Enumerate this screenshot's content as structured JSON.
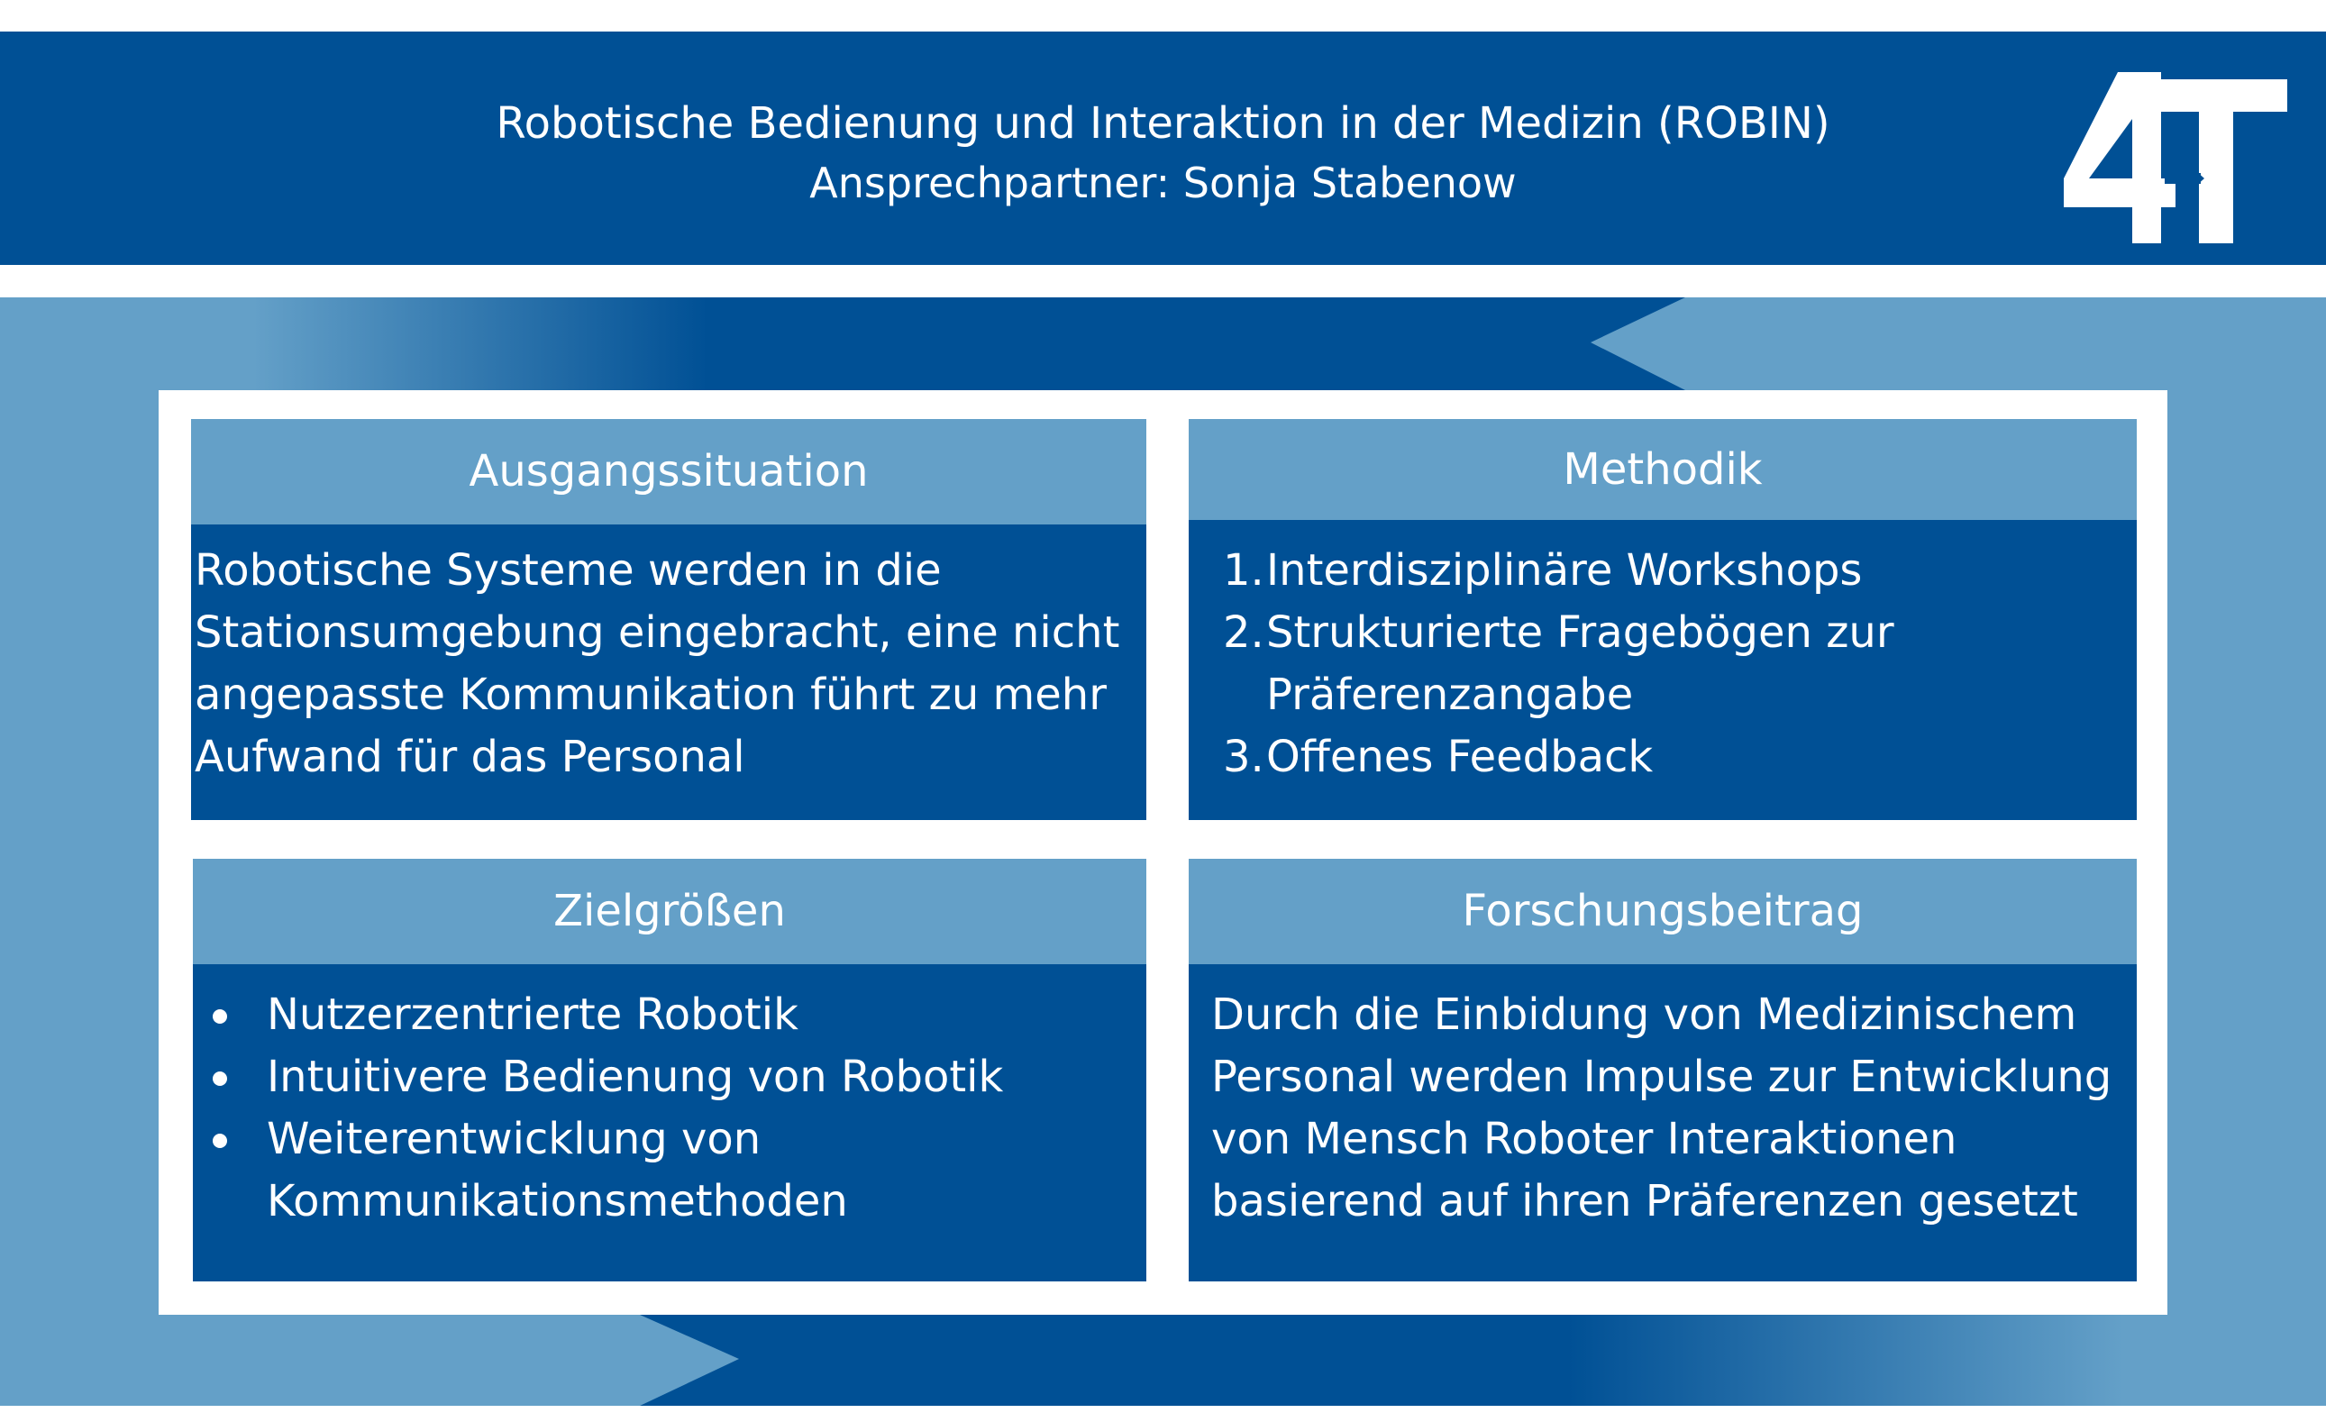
{
  "header": {
    "title": "Robotische Bedienung und Interaktion in der Medizin (ROBIN)",
    "subtitle": "Ansprechpartner: Sonja Stabenow",
    "logo_icon": "4t-logo-icon"
  },
  "colors": {
    "dark_blue": "#005095",
    "light_blue": "#64a0c8",
    "white": "#ffffff"
  },
  "cards": {
    "ausgang": {
      "title": "Ausgangssituation",
      "text": "Robotische Systeme werden in die Stationsumgebung eingebracht, eine nicht angepasste Kommunikation führt zu mehr Aufwand  für das Personal"
    },
    "methodik": {
      "title": "Methodik",
      "items": [
        {
          "num": "1.",
          "text": "Interdisziplinäre Workshops"
        },
        {
          "num": "2.",
          "text": "Strukturierte Fragebögen zur Präferenzangabe"
        },
        {
          "num": "3.",
          "text": "Offenes Feedback"
        }
      ]
    },
    "ziel": {
      "title": "Zielgrößen",
      "items": [
        "Nutzerzentrierte Robotik",
        "Intuitivere Bedienung von Robotik",
        "Weiterentwicklung von Kommunikationsmethoden"
      ]
    },
    "forschung": {
      "title": "Forschungsbeitrag",
      "text": "Durch die Einbidung von Medizinischem Personal werden Impulse zur Entwicklung von Mensch Roboter Interaktionen basierend auf ihren Präferenzen gesetzt"
    }
  }
}
